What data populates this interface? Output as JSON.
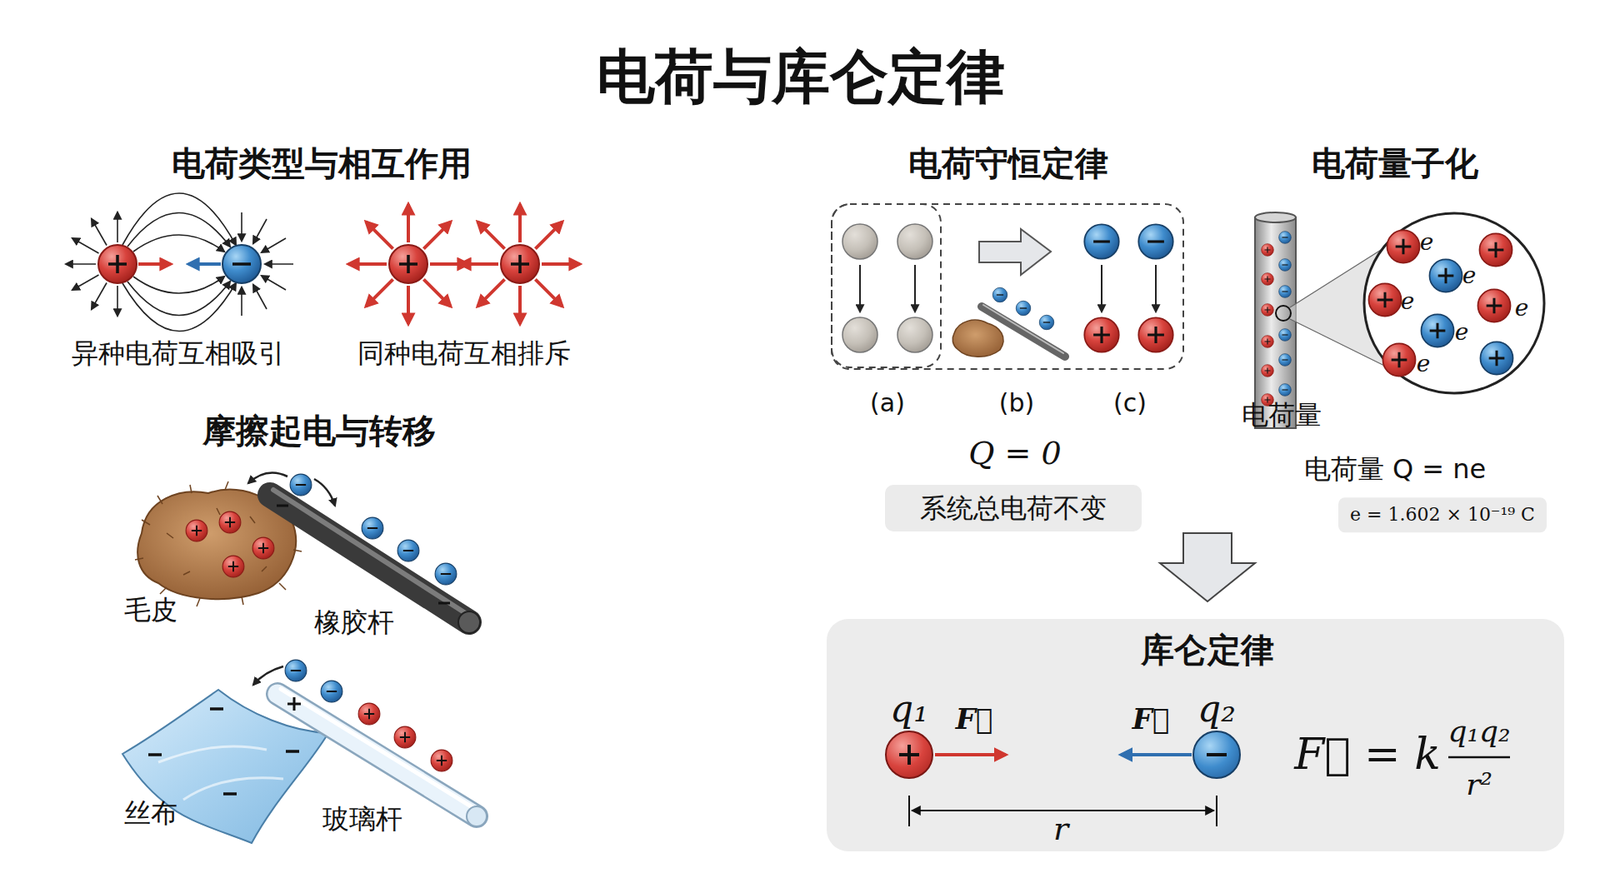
{
  "diagram": {
    "title": "电荷与库仑定律",
    "nodes": [
      {
        "text": [
          "系统总电荷不变"
        ]
      },
      {
        "text": [
          "e = 1.602 × 10⁻¹⁹ C"
        ]
      },
      {
        "text": [
          "库仑定律"
        ]
      },
      {
        "text": [
          "q₁"
        ],
        "in": 2
      },
      {
        "text": [
          "q₂"
        ],
        "in": 2
      }
    ],
    "labels": [
      "电荷类型与相互作用",
      "异种电荷互相吸引",
      "同种电荷互相排斥",
      "摩擦起电与转移",
      "毛皮",
      "橡胶杆",
      "丝布",
      "玻璃杆",
      "电荷守恒定律",
      "(a)",
      "(b)",
      "(c)",
      "Q = 0",
      "电荷量子化",
      "e",
      "e",
      "e",
      "e",
      "e",
      "e",
      "电荷量",
      "电荷量 Q = ne",
      "F⃗",
      "F⃗",
      "r",
      "F⃗ = k",
      "q₁q₂",
      "r²"
    ]
  }
}
